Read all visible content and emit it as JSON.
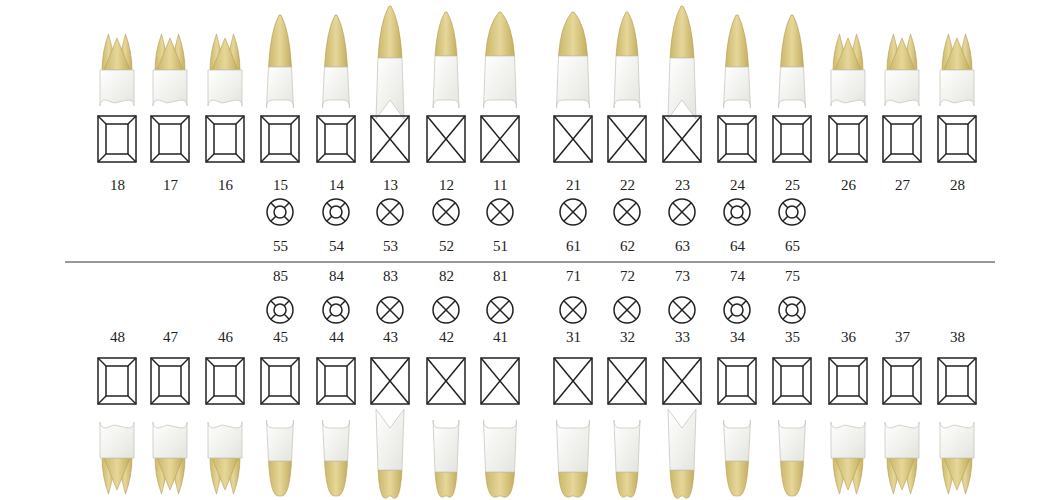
{
  "diagram": {
    "labels": [
      "18",
      "17",
      "16",
      "15",
      "14",
      "13",
      "12",
      "11",
      "21",
      "22",
      "23",
      "24",
      "25",
      "26",
      "27",
      "28",
      "55",
      "54",
      "53",
      "52",
      "51",
      "61",
      "62",
      "63",
      "64",
      "65",
      "85",
      "84",
      "83",
      "82",
      "81",
      "71",
      "72",
      "73",
      "74",
      "75",
      "48",
      "47",
      "46",
      "45",
      "44",
      "43",
      "42",
      "41",
      "31",
      "32",
      "33",
      "34",
      "35",
      "36",
      "37",
      "38"
    ]
  }
}
